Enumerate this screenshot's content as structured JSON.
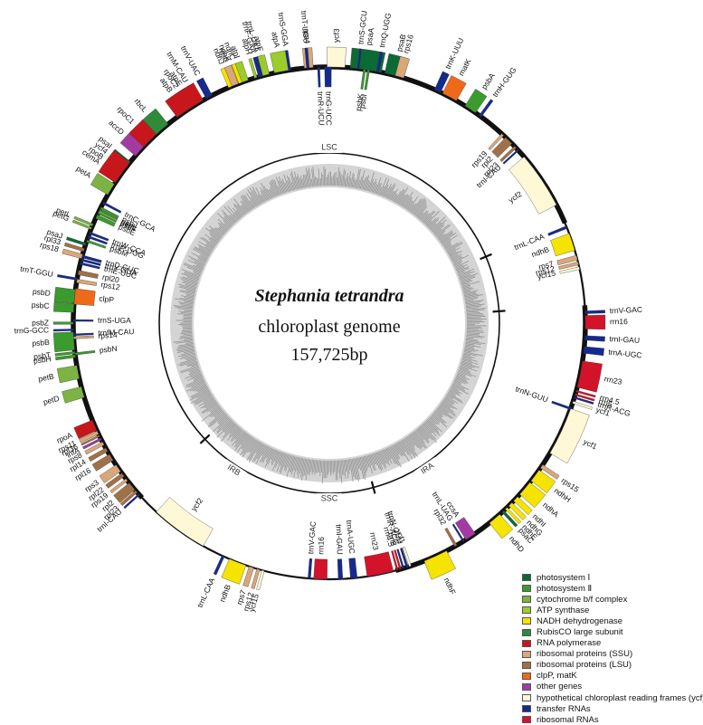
{
  "title": {
    "species": "Stephania tetrandra",
    "subtitle": "chloroplast genome",
    "size": "157,725bp"
  },
  "regions": [
    "LSC",
    "IRB",
    "SSC",
    "IRA"
  ],
  "categories": {
    "psI": {
      "label": "photosystem Ⅰ",
      "color": "#0c6a35"
    },
    "psII": {
      "label": "photosystem Ⅱ",
      "color": "#3b9b2e"
    },
    "cytb": {
      "label": "cytochrome b/f complex",
      "color": "#7cb342"
    },
    "atp": {
      "label": "ATP synthase",
      "color": "#9ccc2b"
    },
    "ndh": {
      "label": "NADH dehydrogenase",
      "color": "#f5e300"
    },
    "rbcl": {
      "label": "RubisCO large subunit",
      "color": "#2e8b3a"
    },
    "rpo": {
      "label": "RNA polymerase",
      "color": "#c8161d"
    },
    "ssu": {
      "label": "ribosomal proteins (SSU)",
      "color": "#d9a77a"
    },
    "lsu": {
      "label": "ribosomal proteins (LSU)",
      "color": "#a07148"
    },
    "clp": {
      "label": "clpP, matK",
      "color": "#ee6a1a"
    },
    "other": {
      "label": "other genes",
      "color": "#a33aa3"
    },
    "ycf": {
      "label": "hypothetical chloroplast reading frames (ycf)",
      "color": "#fff8d6"
    },
    "trna": {
      "label": "transfer RNAs",
      "color": "#152a8f"
    },
    "rrna": {
      "label": "ribosomal RNAs",
      "color": "#d3132a"
    }
  },
  "legend_order": [
    "psI",
    "psII",
    "cytb",
    "atp",
    "ndh",
    "rbcl",
    "rpo",
    "ssu",
    "lsu",
    "clp",
    "other",
    "ycf",
    "trna",
    "rrna"
  ],
  "genes": [
    {
      "n": "psaA",
      "a": 8.2,
      "w": 7,
      "c": "psI",
      "s": "out"
    },
    {
      "n": "psaB",
      "a": 14.5,
      "w": 4,
      "c": "psI",
      "s": "out"
    },
    {
      "n": "ycf3",
      "a": 1.5,
      "w": 4,
      "c": "ycf",
      "s": "out"
    },
    {
      "n": "rps4",
      "a": -4.6,
      "w": 2,
      "c": "ssu",
      "s": "out"
    },
    {
      "n": "trnT-UGU",
      "a": -4.8,
      "w": 0.6,
      "c": "trna",
      "s": "out"
    },
    {
      "n": "trnS-GGA",
      "a": -9,
      "w": 0.7,
      "c": "trna",
      "s": "out"
    },
    {
      "n": "trnL-UAA",
      "a": -15,
      "w": 1.5,
      "c": "trna",
      "s": "out"
    },
    {
      "n": "trnF-GAA",
      "a": -15.8,
      "w": 0.5,
      "c": "trna",
      "s": "out"
    },
    {
      "n": "ndhJ",
      "a": -22.6,
      "w": 1.2,
      "c": "ndh",
      "s": "out"
    },
    {
      "n": "ndhK",
      "a": -21.3,
      "w": 1.3,
      "c": "ndh",
      "s": "out"
    },
    {
      "n": "ndhC",
      "a": -20.2,
      "w": 1,
      "c": "ndh",
      "s": "out"
    },
    {
      "n": "trnV-UAC",
      "a": -28,
      "w": 1.5,
      "c": "trna",
      "s": "out"
    },
    {
      "n": "trnM-CAU",
      "a": -30.8,
      "w": 0.4,
      "c": "trna",
      "s": "out"
    },
    {
      "n": "atpE",
      "a": -32.2,
      "w": 1.5,
      "c": "atp",
      "s": "out"
    },
    {
      "n": "atpB",
      "a": -34.5,
      "w": 3,
      "c": "atp",
      "s": "out"
    },
    {
      "n": "rbcL",
      "a": -41,
      "w": 4,
      "c": "rbcl",
      "s": "out"
    },
    {
      "n": "accD",
      "a": -47.5,
      "w": 3.5,
      "c": "other",
      "s": "out"
    },
    {
      "n": "psaI",
      "a": -51.2,
      "w": 0.5,
      "c": "psI",
      "s": "out"
    },
    {
      "n": "ycf4",
      "a": -52.6,
      "w": 1.5,
      "c": "ycf",
      "s": "out"
    },
    {
      "n": "cemA",
      "a": -55.2,
      "w": 1.5,
      "c": "other",
      "s": "out"
    },
    {
      "n": "petA",
      "a": -58.5,
      "w": 2.8,
      "c": "cytb",
      "s": "out"
    },
    {
      "n": "psbJ",
      "a": -63.3,
      "w": 0.5,
      "c": "psII",
      "s": "in"
    },
    {
      "n": "psbL",
      "a": -63.9,
      "w": 0.5,
      "c": "psII",
      "s": "in"
    },
    {
      "n": "psbF",
      "a": -64.5,
      "w": 0.5,
      "c": "psII",
      "s": "in"
    },
    {
      "n": "psbE",
      "a": -65.4,
      "w": 0.9,
      "c": "psII",
      "s": "in"
    },
    {
      "n": "petL",
      "a": -67.5,
      "w": 0.5,
      "c": "cytb",
      "s": "out"
    },
    {
      "n": "petG",
      "a": -68.3,
      "w": 0.5,
      "c": "cytb",
      "s": "out"
    },
    {
      "n": "trnW-CCA",
      "a": -69.4,
      "w": 0.5,
      "c": "trna",
      "s": "in"
    },
    {
      "n": "trnP-UGG",
      "a": -70.3,
      "w": 0.5,
      "c": "trna",
      "s": "in"
    },
    {
      "n": "psaJ",
      "a": -72.1,
      "w": 0.6,
      "c": "psI",
      "s": "out"
    },
    {
      "n": "rpl33",
      "a": -73.4,
      "w": 0.7,
      "c": "lsu",
      "s": "out"
    },
    {
      "n": "rps18",
      "a": -74.9,
      "w": 1,
      "c": "ssu",
      "s": "out"
    },
    {
      "n": "rpl20",
      "a": -78.6,
      "w": 1,
      "c": "lsu",
      "s": "in"
    },
    {
      "n": "rps12",
      "a": -80.5,
      "w": 0.8,
      "c": "ssu",
      "s": "in"
    },
    {
      "n": "clpP",
      "a": -84,
      "w": 3.5,
      "c": "clp",
      "s": "in"
    },
    {
      "n": "psbB",
      "a": -94,
      "w": 4,
      "c": "psII",
      "s": "out"
    },
    {
      "n": "psbT",
      "a": -96.6,
      "w": 0.5,
      "c": "psII",
      "s": "out"
    },
    {
      "n": "psbN",
      "a": -96.9,
      "w": 0.5,
      "c": "psII",
      "s": "in"
    },
    {
      "n": "psbH",
      "a": -97.4,
      "w": 0.6,
      "c": "psII",
      "s": "out"
    },
    {
      "n": "petB",
      "a": -101,
      "w": 3,
      "c": "cytb",
      "s": "out"
    },
    {
      "n": "petD",
      "a": -105.6,
      "w": 2.5,
      "c": "cytb",
      "s": "out"
    },
    {
      "n": "rpoA",
      "a": -113.5,
      "w": 2.5,
      "c": "rpo",
      "s": "out"
    },
    {
      "n": "rps11",
      "a": -115.3,
      "w": 0.8,
      "c": "ssu",
      "s": "out"
    },
    {
      "n": "rpl36",
      "a": -116.1,
      "w": 0.4,
      "c": "lsu",
      "s": "out"
    },
    {
      "n": "infA",
      "a": -116.9,
      "w": 0.5,
      "c": "other",
      "s": "out"
    },
    {
      "n": "rps8",
      "a": -118,
      "w": 0.8,
      "c": "ssu",
      "s": "out"
    },
    {
      "n": "rpl14",
      "a": -119.6,
      "w": 0.9,
      "c": "lsu",
      "s": "out"
    },
    {
      "n": "rpl16",
      "a": -121.6,
      "w": 1.6,
      "c": "lsu",
      "s": "out"
    },
    {
      "n": "rps3",
      "a": -124.5,
      "w": 1.8,
      "c": "ssu",
      "s": "out"
    },
    {
      "n": "rpl22",
      "a": -126.3,
      "w": 0.9,
      "c": "lsu",
      "s": "out"
    },
    {
      "n": "rps19",
      "a": -127.7,
      "w": 0.6,
      "c": "ssu",
      "s": "out"
    },
    {
      "n": "rpl2",
      "a": -129.6,
      "w": 2,
      "c": "lsu",
      "s": "out"
    },
    {
      "n": "rpl23",
      "a": -131.1,
      "w": 0.6,
      "c": "lsu",
      "s": "out"
    },
    {
      "n": "trnI-CAU",
      "a": -132,
      "w": 0.4,
      "c": "trna",
      "s": "out"
    },
    {
      "n": "ycf2",
      "a": -144,
      "w": 13,
      "c": "ycf",
      "s": "in"
    },
    {
      "n": "trnL-CAA",
      "a": -155.5,
      "w": 0.6,
      "c": "trna",
      "s": "out"
    },
    {
      "n": "ndhB",
      "a": -159,
      "w": 4,
      "c": "ndh",
      "s": "out"
    },
    {
      "n": "rps7",
      "a": -162.3,
      "w": 1.1,
      "c": "ssu",
      "s": "out"
    },
    {
      "n": "rps12",
      "a": -163.9,
      "w": 0.7,
      "c": "ssu",
      "s": "out"
    },
    {
      "n": "ycf15",
      "a": -165,
      "w": 0.6,
      "c": "ycf",
      "s": "out"
    },
    {
      "n": "trnV-GAC",
      "a": -175.5,
      "w": 0.6,
      "c": "trna",
      "s": "in"
    },
    {
      "n": "rrn16",
      "a": -178,
      "w": 3,
      "c": "rrna",
      "s": "in"
    },
    {
      "n": "trnI-GAU",
      "a": 177.5,
      "w": 1,
      "c": "trna",
      "s": "in"
    },
    {
      "n": "trnA-UGC",
      "a": 174.5,
      "w": 1.5,
      "c": "trna",
      "s": "in"
    },
    {
      "n": "rrn23",
      "a": 168.5,
      "w": 6,
      "c": "rrna",
      "s": "in"
    },
    {
      "n": "rrn4.5",
      "a": 164.6,
      "w": 0.4,
      "c": "rrna",
      "s": "in"
    },
    {
      "n": "rrn5",
      "a": 163.9,
      "w": 0.4,
      "c": "rrna",
      "s": "in"
    },
    {
      "n": "trnR-ACG",
      "a": 163.2,
      "w": 0.4,
      "c": "trna",
      "s": "in"
    },
    {
      "n": "trnN-GUU",
      "a": 162.3,
      "w": 0.5,
      "c": "trna",
      "s": "in"
    },
    {
      "n": "ycf1",
      "a": 161.6,
      "w": 0.5,
      "c": "ycf",
      "s": "in"
    },
    {
      "n": "ndhF",
      "a": 155.5,
      "w": 5.5,
      "c": "ndh",
      "s": "out"
    },
    {
      "n": "rpl32",
      "a": 150.4,
      "w": 0.6,
      "c": "lsu",
      "s": "in"
    },
    {
      "n": "trnL-UAG",
      "a": 148.4,
      "w": 0.4,
      "c": "trna",
      "s": "in"
    },
    {
      "n": "ccsA",
      "a": 146.5,
      "w": 2.5,
      "c": "other",
      "s": "in"
    },
    {
      "n": "ndhD",
      "a": 139.8,
      "w": 3,
      "c": "ndh",
      "s": "out"
    },
    {
      "n": "psaC",
      "a": 137.3,
      "w": 0.6,
      "c": "psI",
      "s": "out"
    },
    {
      "n": "ndhE",
      "a": 136.3,
      "w": 0.6,
      "c": "ndh",
      "s": "out"
    },
    {
      "n": "ndhG",
      "a": 135,
      "w": 1,
      "c": "ndh",
      "s": "out"
    },
    {
      "n": "ndhI",
      "a": 133.3,
      "w": 1.3,
      "c": "ndh",
      "s": "out"
    },
    {
      "n": "ndhA",
      "a": 130.2,
      "w": 3.5,
      "c": "ndh",
      "s": "out"
    },
    {
      "n": "ndhH",
      "a": 126.5,
      "w": 3,
      "c": "ndh",
      "s": "out"
    },
    {
      "n": "rps15",
      "a": 124,
      "w": 0.9,
      "c": "ssu",
      "s": "out"
    },
    {
      "n": "ycf1",
      "a": 115,
      "w": 11,
      "c": "ycf",
      "s": "out"
    },
    {
      "n": "trnN-GUU",
      "a": 109.5,
      "w": 0.5,
      "c": "trna",
      "s": "in"
    },
    {
      "n": "ycf1",
      "a": 108,
      "w": 0.5,
      "c": "ycf",
      "s": "out"
    },
    {
      "n": "trnR-ACG",
      "a": 106.9,
      "w": 0.4,
      "c": "trna",
      "s": "out"
    },
    {
      "n": "rrn5",
      "a": 106.2,
      "w": 0.4,
      "c": "rrna",
      "s": "out"
    },
    {
      "n": "rrn4.5",
      "a": 105.4,
      "w": 0.4,
      "c": "rrna",
      "s": "out"
    },
    {
      "n": "rrn23",
      "a": 101.5,
      "w": 6,
      "c": "rrna",
      "s": "out"
    },
    {
      "n": "trnA-UGC",
      "a": 96,
      "w": 1.5,
      "c": "trna",
      "s": "out"
    },
    {
      "n": "trnI-GAU",
      "a": 93.3,
      "w": 1,
      "c": "trna",
      "s": "out"
    },
    {
      "n": "rrn16",
      "a": 89.8,
      "w": 3,
      "c": "rrna",
      "s": "out"
    },
    {
      "n": "trnV-GAC",
      "a": 87.6,
      "w": 0.6,
      "c": "trna",
      "s": "out"
    },
    {
      "n": "ycf15",
      "a": 77.6,
      "w": 0.6,
      "c": "ycf",
      "s": "in"
    },
    {
      "n": "rps12",
      "a": 76.5,
      "w": 0.7,
      "c": "ssu",
      "s": "in"
    },
    {
      "n": "rps7",
      "a": 75.2,
      "w": 1.1,
      "c": "ssu",
      "s": "in"
    },
    {
      "n": "ndhB",
      "a": 71.5,
      "w": 4,
      "c": "ndh",
      "s": "in"
    },
    {
      "n": "trnL-CAA",
      "a": 68,
      "w": 0.6,
      "c": "trna",
      "s": "in"
    },
    {
      "n": "ycf2",
      "a": 56,
      "w": 13,
      "c": "ycf",
      "s": "in"
    },
    {
      "n": "trnI-CAU",
      "a": 47.5,
      "w": 0.4,
      "c": "trna",
      "s": "in"
    },
    {
      "n": "rpl23",
      "a": 46.6,
      "w": 0.6,
      "c": "lsu",
      "s": "in"
    },
    {
      "n": "rpl2",
      "a": 44.5,
      "w": 2,
      "c": "lsu",
      "s": "in"
    },
    {
      "n": "rps19",
      "a": 42.6,
      "w": 0.6,
      "c": "ssu",
      "s": "in"
    },
    {
      "n": "trnH-GUG",
      "a": 36.1,
      "w": 0.6,
      "c": "trna",
      "s": "out"
    },
    {
      "n": "psbA",
      "a": 33.4,
      "w": 2.8,
      "c": "psII",
      "s": "out"
    },
    {
      "n": "matK",
      "a": 28,
      "w": 3.5,
      "c": "clp",
      "s": "out"
    },
    {
      "n": "trnK-UUU",
      "a": 25,
      "w": 1.5,
      "c": "trna",
      "s": "out"
    },
    {
      "n": "rps16",
      "a": 15.9,
      "w": 2,
      "c": "ssu",
      "s": "out"
    },
    {
      "n": "trnQ-UGG",
      "a": 10.9,
      "w": 0.6,
      "c": "trna",
      "s": "out"
    },
    {
      "n": "psbI",
      "a": 8.8,
      "w": 0.5,
      "c": "psII",
      "s": "in"
    },
    {
      "n": "psbK",
      "a": 7.9,
      "w": 0.5,
      "c": "psII",
      "s": "in"
    },
    {
      "n": "trnS-GCU",
      "a": 6.5,
      "w": 0.4,
      "c": "trna",
      "s": "out"
    },
    {
      "n": "trnG-UCC",
      "a": -0.3,
      "w": 1.5,
      "c": "trna",
      "s": "in"
    },
    {
      "n": "trnR-UCU",
      "a": -2.4,
      "w": 0.5,
      "c": "trna",
      "s": "in"
    },
    {
      "n": "atpA",
      "a": -10.8,
      "w": 3.2,
      "c": "atp",
      "s": "out"
    },
    {
      "n": "atpF",
      "a": -14.3,
      "w": 1.5,
      "c": "atp",
      "s": "out"
    },
    {
      "n": "atpH",
      "a": -16.7,
      "w": 0.6,
      "c": "atp",
      "s": "out"
    },
    {
      "n": "atpI",
      "a": -19.2,
      "w": 1.5,
      "c": "atp",
      "s": "out"
    },
    {
      "n": "rps2",
      "a": -21.6,
      "w": 1.5,
      "c": "ssu",
      "s": "out"
    },
    {
      "n": "rpoC2",
      "a": -33,
      "w": 7,
      "c": "rpo",
      "s": "out"
    },
    {
      "n": "rpoC1",
      "a": -44.5,
      "w": 4,
      "c": "rpo",
      "s": "out"
    },
    {
      "n": "rpoB",
      "a": -54,
      "w": 5.5,
      "c": "rpo",
      "s": "out"
    },
    {
      "n": "trnC-GCA",
      "a": -62,
      "w": 0.5,
      "c": "trna",
      "s": "in"
    },
    {
      "n": "petN",
      "a": -64.2,
      "w": 0.4,
      "c": "cytb",
      "s": "in"
    },
    {
      "n": "psbM",
      "a": -71.3,
      "w": 0.5,
      "c": "psII",
      "s": "in"
    },
    {
      "n": "trnD-GUC",
      "a": -74.9,
      "w": 0.6,
      "c": "trna",
      "s": "in"
    },
    {
      "n": "trnY-GUA",
      "a": -75.7,
      "w": 0.5,
      "c": "trna",
      "s": "in"
    },
    {
      "n": "trnE-UUC",
      "a": -76.5,
      "w": 0.5,
      "c": "trna",
      "s": "in"
    },
    {
      "n": "trnT-GGU",
      "a": -80.1,
      "w": 0.5,
      "c": "trna",
      "s": "out"
    },
    {
      "n": "psbD",
      "a": -84,
      "w": 3,
      "c": "psII",
      "s": "out"
    },
    {
      "n": "psbC",
      "a": -86.6,
      "w": 2,
      "c": "psII",
      "s": "out"
    },
    {
      "n": "trnS-UGA",
      "a": -89.4,
      "w": 0.4,
      "c": "trna",
      "s": "in"
    },
    {
      "n": "psbZ",
      "a": -90,
      "w": 0.5,
      "c": "psII",
      "s": "out"
    },
    {
      "n": "trnG-GCC",
      "a": -91.5,
      "w": 0.4,
      "c": "trna",
      "s": "out"
    },
    {
      "n": "trnfM-CAU",
      "a": -92.6,
      "w": 0.4,
      "c": "trna",
      "s": "in"
    },
    {
      "n": "rps14",
      "a": -93.3,
      "w": 0.5,
      "c": "ssu",
      "s": "in"
    }
  ]
}
